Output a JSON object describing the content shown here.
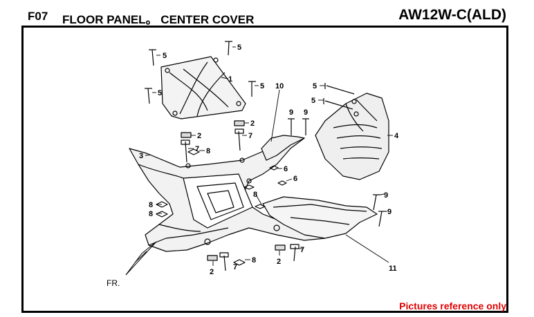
{
  "header": {
    "code": "F07",
    "title": "FLOOR PANEL。 CENTER COVER",
    "model": "AW12W-C(ALD)"
  },
  "diagram": {
    "callouts": [
      "5",
      "5",
      "1",
      "5",
      "5",
      "10",
      "5",
      "5",
      "4",
      "9",
      "9",
      "2",
      "2",
      "7",
      "7",
      "8",
      "3",
      "6",
      "6",
      "8",
      "8",
      "9",
      "9",
      "8",
      "2",
      "7",
      "2",
      "7",
      "8",
      "11"
    ],
    "direction_label": "FR."
  },
  "footer": {
    "note": "Pictures reference only",
    "note_color": "#e00000"
  }
}
